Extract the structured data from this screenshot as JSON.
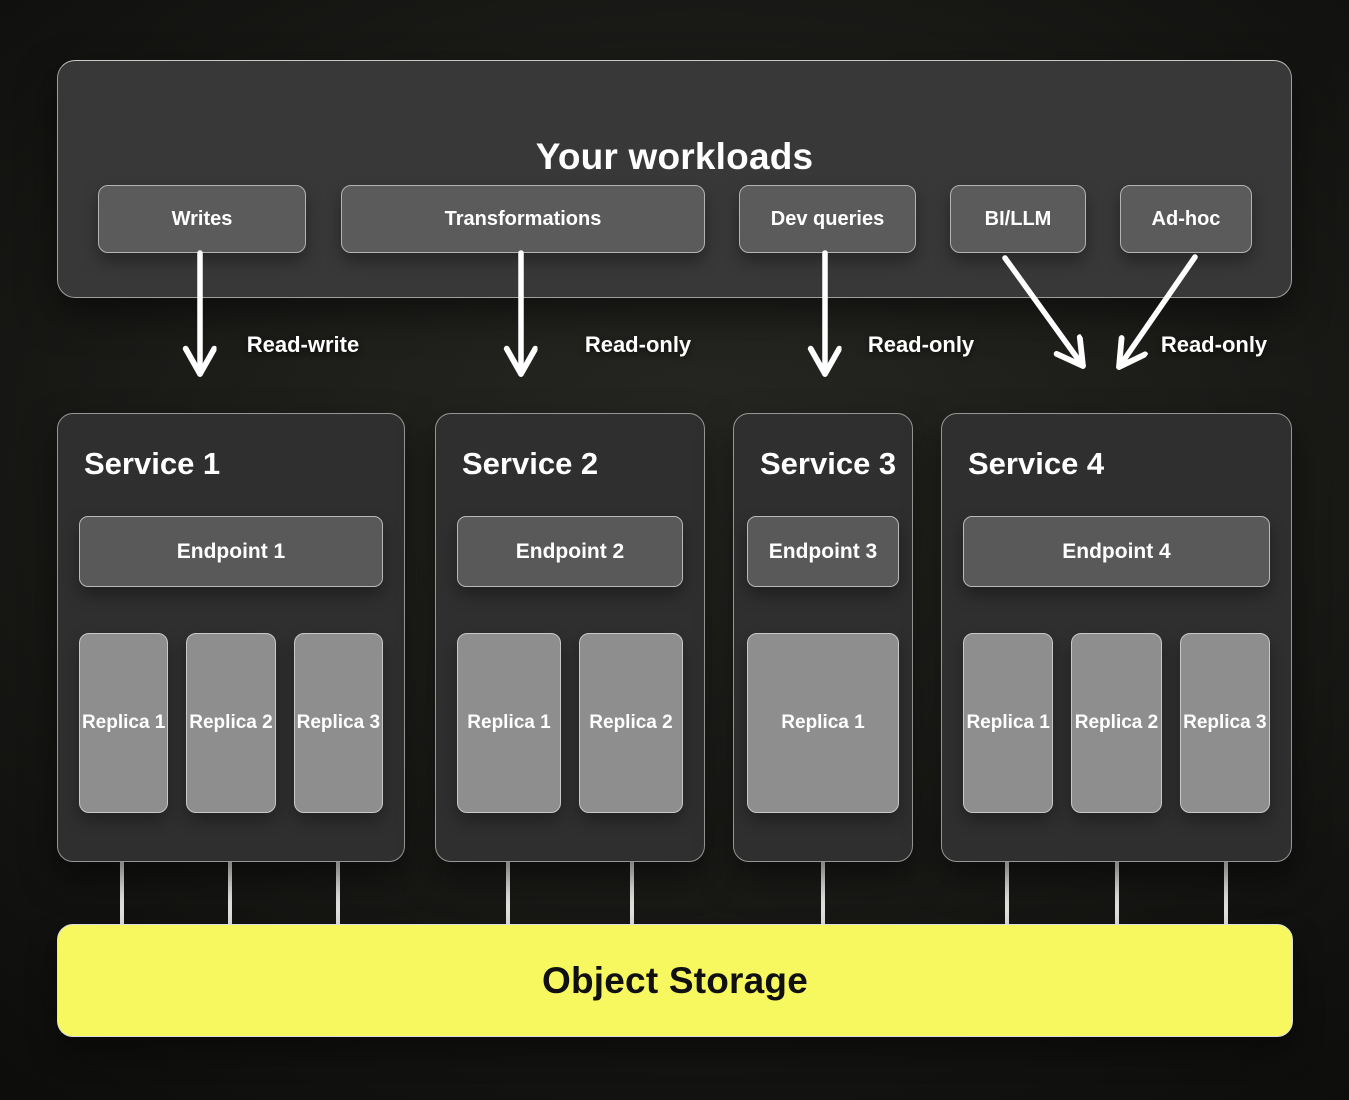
{
  "workloads": {
    "title": "Your workloads",
    "chips": [
      {
        "id": "writes",
        "label": "Writes"
      },
      {
        "id": "transformations",
        "label": "Transformations"
      },
      {
        "id": "dev-queries",
        "label": "Dev queries"
      },
      {
        "id": "bi-llm",
        "label": "BI/LLM"
      },
      {
        "id": "ad-hoc",
        "label": "Ad-hoc"
      }
    ]
  },
  "flow_labels": [
    {
      "id": "read-write",
      "label": "Read-write"
    },
    {
      "id": "read-only-1",
      "label": "Read-only"
    },
    {
      "id": "read-only-2",
      "label": "Read-only"
    },
    {
      "id": "read-only-3",
      "label": "Read-only"
    }
  ],
  "services": [
    {
      "id": "service-1",
      "title": "Service 1",
      "endpoint": "Endpoint 1",
      "replicas": [
        "Replica 1",
        "Replica 2",
        "Replica 3"
      ]
    },
    {
      "id": "service-2",
      "title": "Service 2",
      "endpoint": "Endpoint 2",
      "replicas": [
        "Replica 1",
        "Replica 2"
      ]
    },
    {
      "id": "service-3",
      "title": "Service 3",
      "endpoint": "Endpoint 3",
      "replicas": [
        "Replica 1"
      ]
    },
    {
      "id": "service-4",
      "title": "Service 4",
      "endpoint": "Endpoint 4",
      "replicas": [
        "Replica 1",
        "Replica 2",
        "Replica 3"
      ]
    }
  ],
  "storage": {
    "label": "Object Storage"
  },
  "colors": {
    "background": "#1c1c19",
    "panel": "#383838",
    "service_panel": "#2f2f2f",
    "chip": "#5b5b5b",
    "replica": "#8e8e8e",
    "storage_yellow": "#f7f85f",
    "arrow_white": "#ffffff",
    "text_white": "#ffffff",
    "text_black": "#101010"
  }
}
